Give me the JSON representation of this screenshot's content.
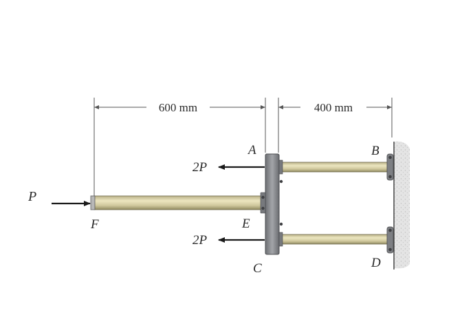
{
  "dimensions": {
    "left": "600 mm",
    "right": "400 mm"
  },
  "points": {
    "A": "A",
    "B": "B",
    "C": "C",
    "D": "D",
    "E": "E",
    "F": "F"
  },
  "loads": {
    "P": "P",
    "top_2P": "2P",
    "bottom_2P": "2P"
  },
  "colors": {
    "rod": "#d8d1a3",
    "rod_dark": "#8b8561",
    "plate": "#8d8f93",
    "plate_dark": "#5f6165",
    "wall": "#dcdcdc",
    "arrow": "#1a1a1a",
    "dim_line": "#555555"
  }
}
